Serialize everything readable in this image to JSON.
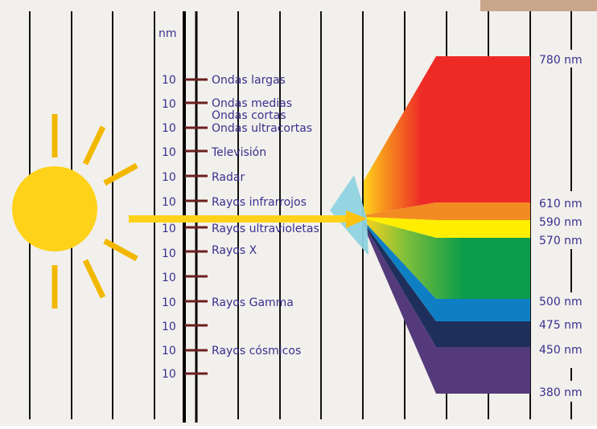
{
  "axis": {
    "unit_label": "nm",
    "exponent_base": "10",
    "exponent_count": 13
  },
  "bands": [
    "Ondas largas",
    "Ondas medias",
    "Ondas cortas",
    "Ondas ultracortas",
    "Televisión",
    "Radar",
    "Rayos infrarrojos",
    "Rayos ultravioletas",
    "Rayos X",
    "Rayos Gamma",
    "Rayos cósmicos"
  ],
  "wavelengths": [
    "780 nm",
    "610 nm",
    "590 nm",
    "570 nm",
    "500 nm",
    "475 nm",
    "450 nm",
    "380 nm"
  ],
  "colors": {
    "background": "#f2f0ec",
    "label_text": "#3b2f8f",
    "sun": "#ffd21a",
    "sun_rays": "#f2b800",
    "tick": "#6b1f1f",
    "prism": "#8fd3e0",
    "corner": "#c9a58a",
    "red": "#ee2a27",
    "orange": "#f28b22",
    "yellow": "#ffee00",
    "green": "#0a9c4a",
    "blue": "#0f7fc4",
    "indigo": "#1e2f5c",
    "violet": "#553a7b"
  }
}
